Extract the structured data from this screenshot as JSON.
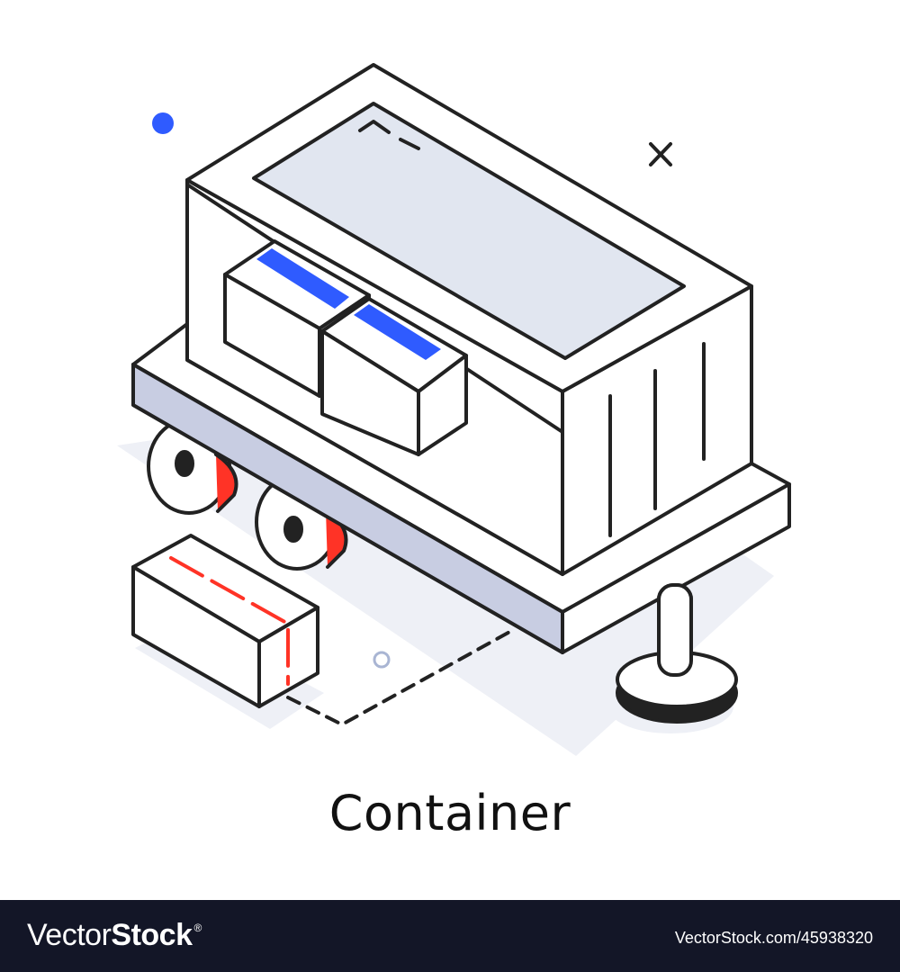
{
  "illustration": {
    "subject": "isometric container trailer with boxes",
    "colors": {
      "outline": "#222222",
      "top_panel": "#e1e6f0",
      "frame_band": "#c8cde2",
      "accent_blue": "#2f5bff",
      "accent_red": "#ff3326",
      "shadow": "#eef0f6",
      "ring": "#a9b5d3"
    },
    "decorations": [
      "blue-dot",
      "close-x-mark",
      "small-ring"
    ]
  },
  "caption": "Container",
  "footer": {
    "brand_light": "Vector",
    "brand_bold": "Stock",
    "brand_mark": "®",
    "stock_id": "VectorStock.com/45938320"
  }
}
